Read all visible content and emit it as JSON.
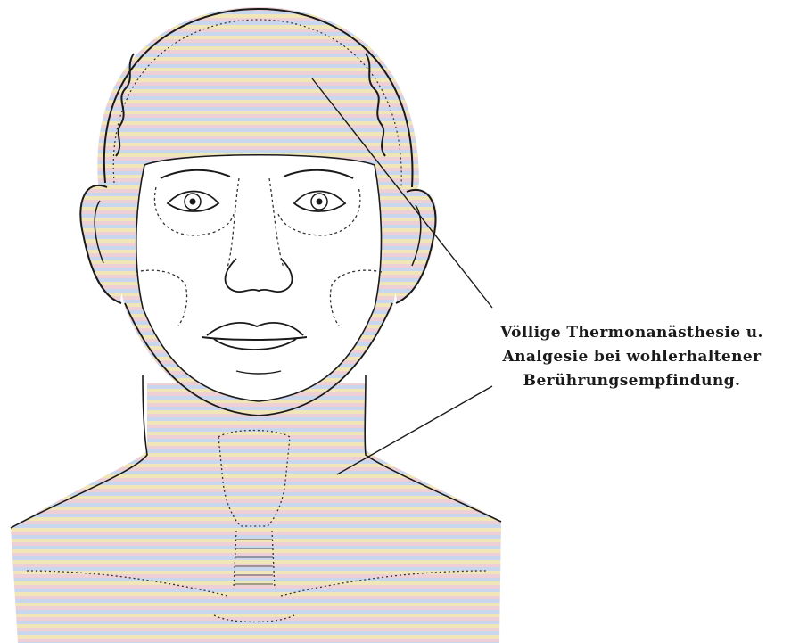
{
  "annotation": {
    "lines": [
      "Völlige Thermonanästhesie u.",
      "Analgesie bei wohlerhaltener",
      "Berührungsempfindung."
    ]
  },
  "colors": {
    "ink": "#1a1a1a",
    "stripe_blue": "#c9d7ee",
    "stripe_yellow": "#f0e6b8",
    "stripe_pink": "#efcfd6"
  }
}
